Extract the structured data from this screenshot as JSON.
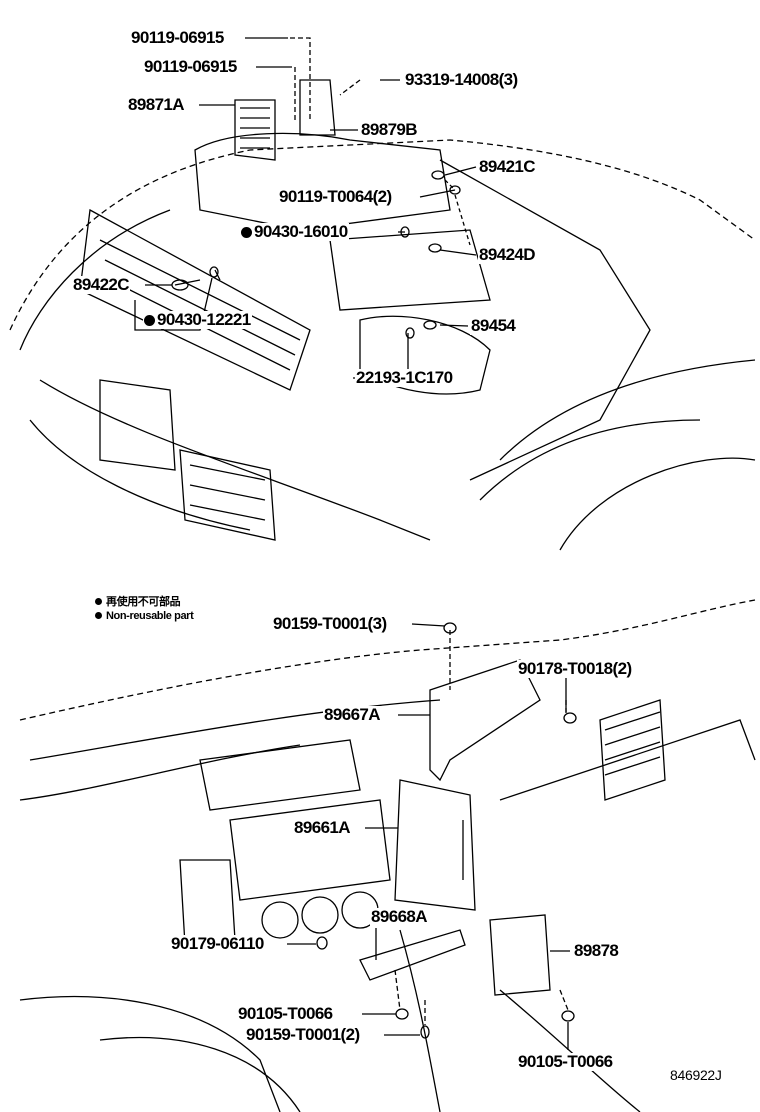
{
  "engine_section": {
    "labels": [
      {
        "id": "90119-06915-a",
        "text": "90119-06915",
        "non_reusable": false
      },
      {
        "id": "90119-06915-b",
        "text": "90119-06915",
        "non_reusable": false
      },
      {
        "id": "93319-14008",
        "text": "93319-14008(3)",
        "non_reusable": false
      },
      {
        "id": "89871A",
        "text": "89871A",
        "non_reusable": false
      },
      {
        "id": "89879B",
        "text": "89879B",
        "non_reusable": false
      },
      {
        "id": "89421C",
        "text": "89421C",
        "non_reusable": false
      },
      {
        "id": "90119-T0064",
        "text": "90119-T0064(2)",
        "non_reusable": false
      },
      {
        "id": "90430-16010",
        "text": "90430-16010",
        "non_reusable": true
      },
      {
        "id": "89424D",
        "text": "89424D",
        "non_reusable": false
      },
      {
        "id": "89422C",
        "text": "89422C",
        "non_reusable": false
      },
      {
        "id": "90430-12221",
        "text": "90430-12221",
        "non_reusable": true
      },
      {
        "id": "89454",
        "text": "89454",
        "non_reusable": false
      },
      {
        "id": "22193-1C170",
        "text": "22193-1C170",
        "non_reusable": false
      }
    ]
  },
  "legend": {
    "japanese": "再使用不可部品",
    "english": "Non-reusable part"
  },
  "dash_section": {
    "labels": [
      {
        "id": "90159-T0001-3",
        "text": "90159-T0001(3)"
      },
      {
        "id": "90178-T0018",
        "text": "90178-T0018(2)"
      },
      {
        "id": "89667A",
        "text": "89667A"
      },
      {
        "id": "89661A",
        "text": "89661A"
      },
      {
        "id": "89668A",
        "text": "89668A"
      },
      {
        "id": "90179-06110",
        "text": "90179-06110"
      },
      {
        "id": "89878",
        "text": "89878"
      },
      {
        "id": "90105-T0066-a",
        "text": "90105-T0066"
      },
      {
        "id": "90159-T0001-2",
        "text": "90159-T0001(2)"
      },
      {
        "id": "90105-T0066-b",
        "text": "90105-T0066"
      }
    ]
  },
  "illustration_code": "846922J"
}
